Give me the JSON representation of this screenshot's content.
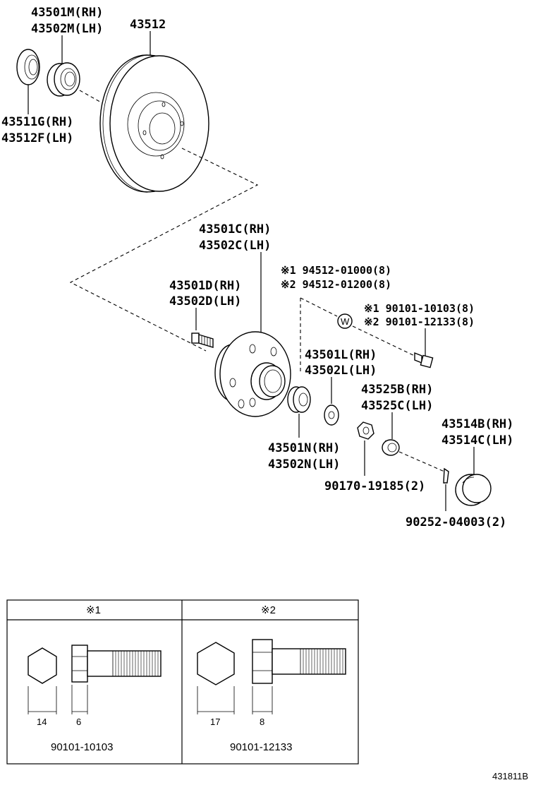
{
  "labels": {
    "seal_main": [
      "43501M(RH)",
      "43502M(LH)"
    ],
    "disc": "43512",
    "seal_outer": [
      "43511G(RH)",
      "43512F(LH)"
    ],
    "hub_assy": [
      "43501C(RH)",
      "43502C(LH)"
    ],
    "hub": [
      "43501D(RH)",
      "43502D(LH)"
    ],
    "washer_group": [
      "※1 94512-01000(8)",
      "※2 94512-01200(8)"
    ],
    "washer_mark": "W",
    "bolt_group": [
      "※1 90101-10103(8)",
      "※2 90101-12133(8)"
    ],
    "bearing_l": [
      "43501L(RH)",
      "43502L(LH)"
    ],
    "nut_lock": [
      "43525B(RH)",
      "43525C(LH)"
    ],
    "cap": [
      "43514B(RH)",
      "43514C(LH)"
    ],
    "bearing_n": [
      "43501N(RH)",
      "43502N(LH)"
    ],
    "nut": "90170-19185(2)",
    "cotter_pin": "90252-04003(2)"
  },
  "table": {
    "col1": {
      "header": "※1",
      "dim_hex": "14",
      "dim_head": "6",
      "part_no": "90101-10103"
    },
    "col2": {
      "header": "※2",
      "dim_hex": "17",
      "dim_head": "8",
      "part_no": "90101-12133"
    }
  },
  "figure_id": "431811B"
}
